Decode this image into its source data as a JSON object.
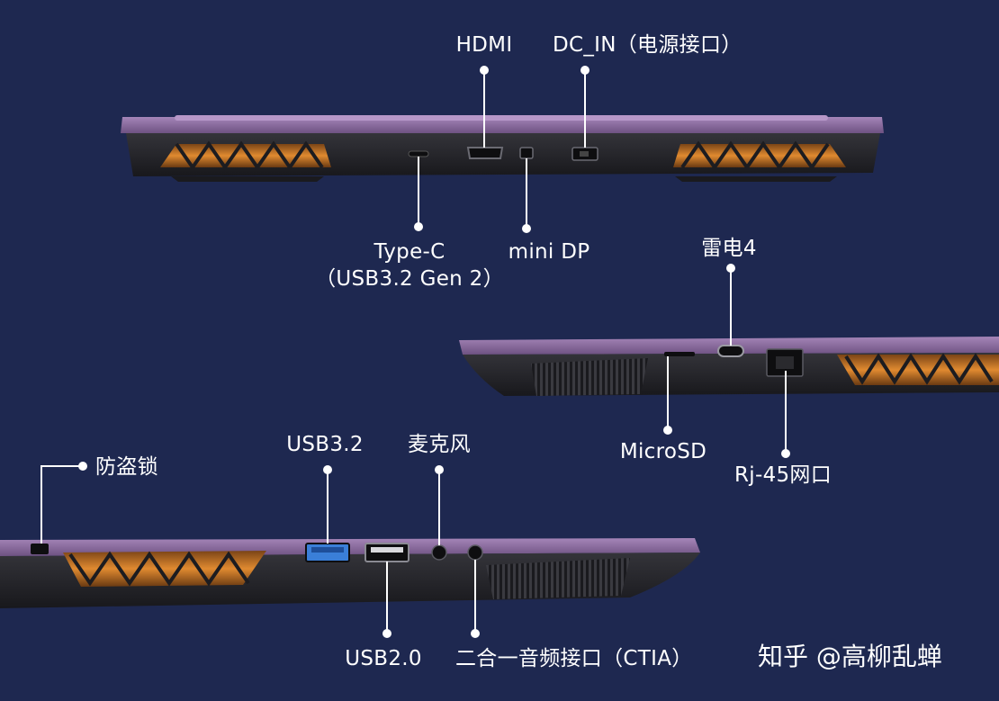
{
  "labels": {
    "hdmi": "HDMI",
    "dc_in": "DC_IN（电源接口）",
    "type_c_line1": "Type-C",
    "type_c_line2": "（USB3.2 Gen 2）",
    "mini_dp": "mini DP",
    "thunderbolt4": "雷电4",
    "microsd": "MicroSD",
    "rj45": "Rj-45网口",
    "kensington_lock": "防盗锁",
    "usb32": "USB3.2",
    "microphone": "麦克风",
    "usb20": "USB2.0",
    "audio_combo": "二合一音频接口（CTIA）"
  },
  "watermark": "知乎 @高柳乱蝉",
  "colors": {
    "background": "#1e2850",
    "chassis_lid": "#8a6b9e",
    "chassis_body": "#26262a",
    "vent_glow": "#d07a2a",
    "usb3_port": "#3a7fd8",
    "label_text": "#ffffff"
  }
}
